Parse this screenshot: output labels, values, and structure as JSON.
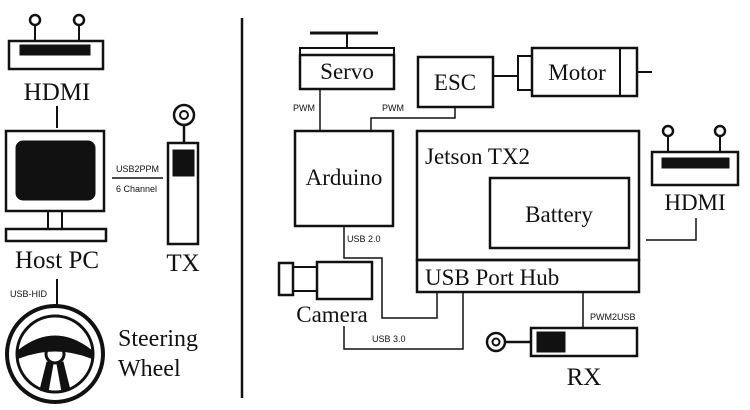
{
  "nodes": {
    "hdmi_left": "HDMI",
    "host_pc": "Host PC",
    "tx": "TX",
    "steering_wheel_line1": "Steering",
    "steering_wheel_line2": "Wheel",
    "servo": "Servo",
    "esc": "ESC",
    "motor": "Motor",
    "arduino": "Arduino",
    "jetson": "Jetson TX2",
    "battery": "Battery",
    "hdmi_right": "HDMI",
    "usb_hub": "USB Port Hub",
    "camera": "Camera",
    "rx": "RX"
  },
  "links": {
    "usb2ppm": "USB2PPM",
    "six_channel": "6 Channel",
    "usb_hid": "USB-HID",
    "pwm_servo": "PWM",
    "pwm_esc": "PWM",
    "usb2": "USB 2.0",
    "usb3": "USB 3.0",
    "pwm2usb": "PWM2USB"
  }
}
